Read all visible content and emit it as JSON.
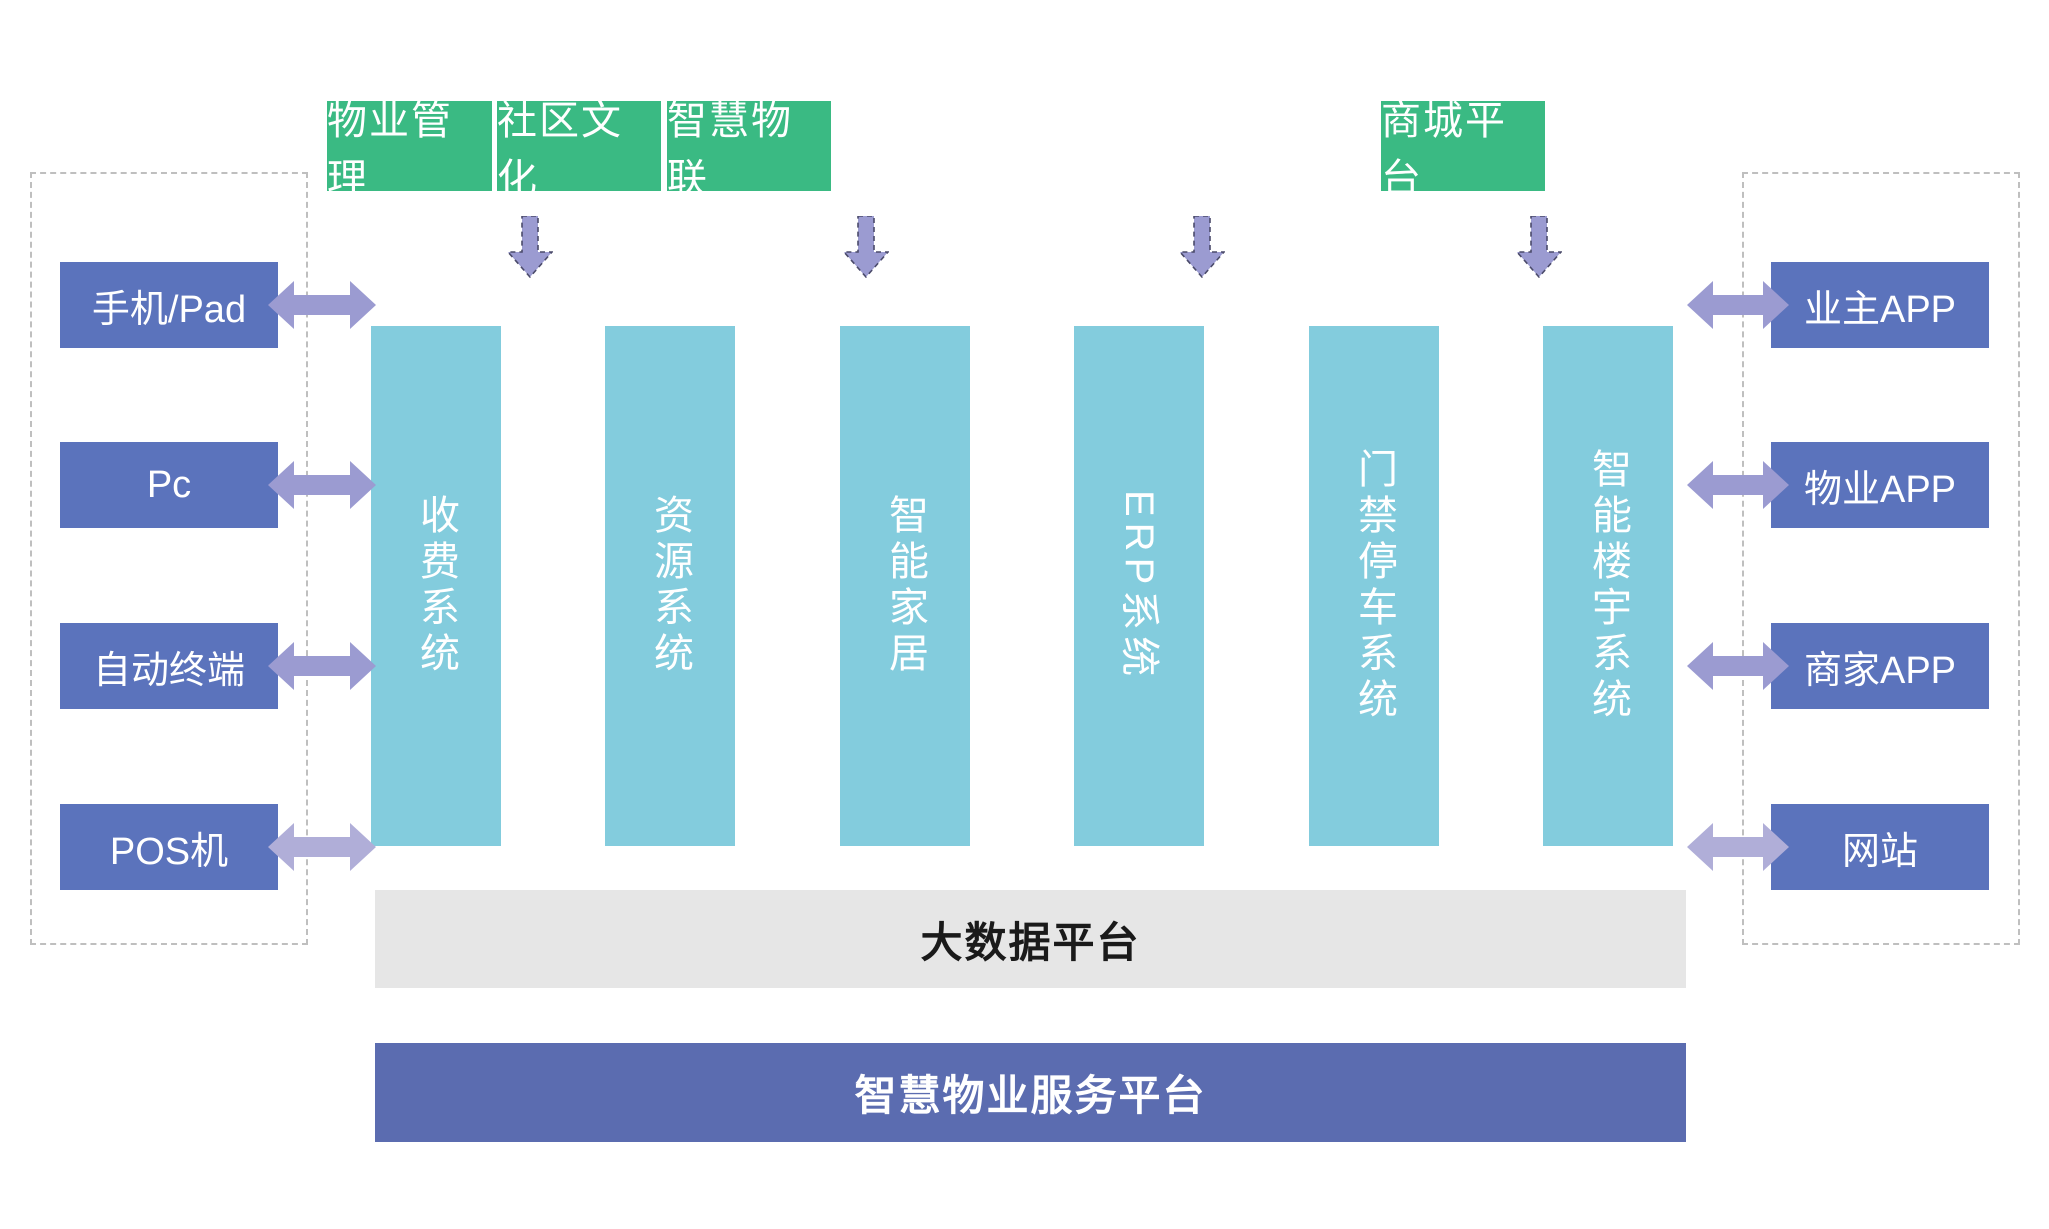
{
  "diagram": {
    "title_bars": {
      "bigdata": "大数据平台",
      "platform": "智慧物业服务平台"
    },
    "top_modules": [
      {
        "label": "物业管理",
        "color": "#3aba83"
      },
      {
        "label": "社区文化",
        "color": "#3aba83"
      },
      {
        "label": "智慧物联",
        "color": "#3aba83"
      },
      {
        "label": "商城平台",
        "color": "#3aba83"
      }
    ],
    "systems": [
      {
        "label": "收费系统",
        "orientation": "vertical"
      },
      {
        "label": "资源系统",
        "orientation": "vertical"
      },
      {
        "label": "智能家居",
        "orientation": "vertical"
      },
      {
        "label": "ERP系统",
        "orientation": "vertical-latin"
      },
      {
        "label": "门禁停车系统",
        "orientation": "vertical"
      },
      {
        "label": "智能楼宇系统",
        "orientation": "vertical"
      }
    ],
    "left_terminals": [
      {
        "label": "手机/Pad"
      },
      {
        "label": "Pc"
      },
      {
        "label": "自动终端"
      },
      {
        "label": "POS机"
      }
    ],
    "right_clients": [
      {
        "label": "业主APP"
      },
      {
        "label": "物业APP"
      },
      {
        "label": "商家APP"
      },
      {
        "label": "网站"
      }
    ],
    "icons": {
      "down_arrow": "arrow-down-icon",
      "bidirectional_arrow": "arrow-left-right-icon"
    },
    "colors": {
      "green": "#3aba83",
      "blue": "#5b73bc",
      "teal": "#83ccdd",
      "arrow_purple": "#9b9bd1",
      "bar_gray": "#e6e6e6",
      "bar_indigo": "#5b6cb0",
      "dashed_border": "#bfbfbf"
    }
  }
}
